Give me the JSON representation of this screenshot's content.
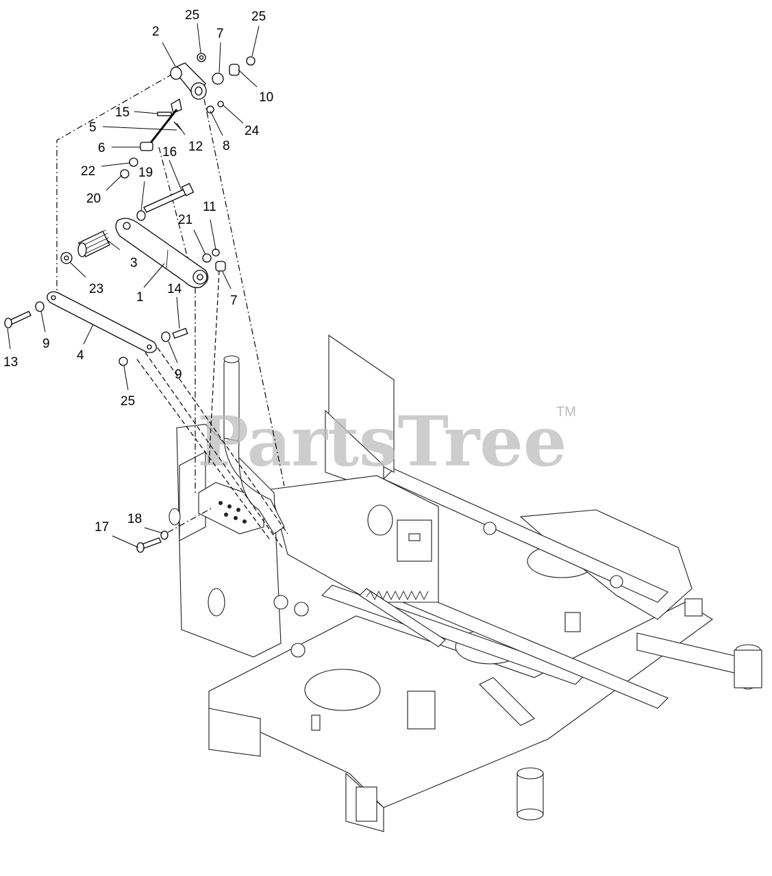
{
  "watermark": {
    "text": "PartsTree",
    "tm": "TM"
  },
  "callouts": [
    {
      "id": "c25a",
      "text": "25"
    },
    {
      "id": "c2",
      "text": "2"
    },
    {
      "id": "c7a",
      "text": "7"
    },
    {
      "id": "c25b",
      "text": "25"
    },
    {
      "id": "c10",
      "text": "10"
    },
    {
      "id": "c15",
      "text": "15"
    },
    {
      "id": "c24",
      "text": "24"
    },
    {
      "id": "c5",
      "text": "5"
    },
    {
      "id": "c8",
      "text": "8"
    },
    {
      "id": "c12",
      "text": "12"
    },
    {
      "id": "c6",
      "text": "6"
    },
    {
      "id": "c16",
      "text": "16"
    },
    {
      "id": "c22",
      "text": "22"
    },
    {
      "id": "c19",
      "text": "19"
    },
    {
      "id": "c20",
      "text": "20"
    },
    {
      "id": "c11",
      "text": "11"
    },
    {
      "id": "c21",
      "text": "21"
    },
    {
      "id": "c3",
      "text": "3"
    },
    {
      "id": "c23",
      "text": "23"
    },
    {
      "id": "c1",
      "text": "1"
    },
    {
      "id": "c14",
      "text": "14"
    },
    {
      "id": "c7b",
      "text": "7"
    },
    {
      "id": "c9a",
      "text": "9"
    },
    {
      "id": "c13",
      "text": "13"
    },
    {
      "id": "c4",
      "text": "4"
    },
    {
      "id": "c9b",
      "text": "9"
    },
    {
      "id": "c25c",
      "text": "25"
    },
    {
      "id": "c18",
      "text": "18"
    },
    {
      "id": "c17",
      "text": "17"
    }
  ],
  "colors": {
    "line": "#000000",
    "watermark": "#bdbdbd",
    "background": "#ffffff"
  }
}
